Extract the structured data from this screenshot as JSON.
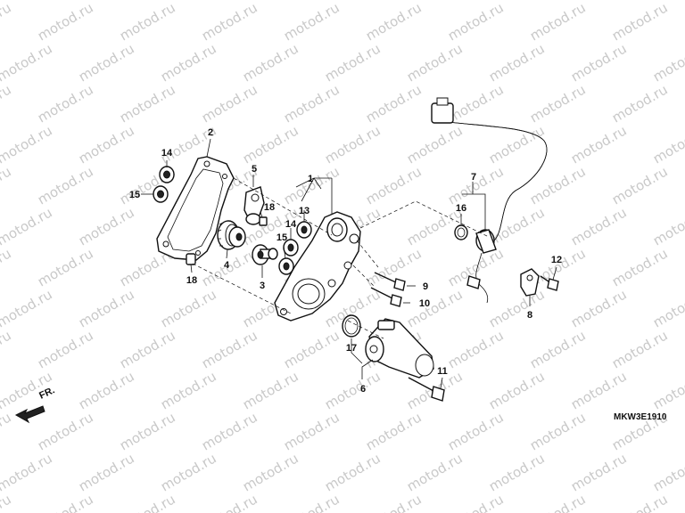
{
  "watermark": {
    "text": "motod.ru"
  },
  "direction_arrow": {
    "label": "FR."
  },
  "diagram_code": "MKW3E1910",
  "callouts": {
    "c1": "1",
    "c2": "2",
    "c3": "3",
    "c4": "4",
    "c5": "5",
    "c6": "6",
    "c7": "7",
    "c8": "8",
    "c9": "9",
    "c10": "10",
    "c11": "11",
    "c12": "12",
    "c13": "13",
    "c14a": "14",
    "c14b": "14",
    "c15a": "15",
    "c15b": "15",
    "c16": "16",
    "c17": "17",
    "c18a": "18",
    "c18b": "18"
  }
}
